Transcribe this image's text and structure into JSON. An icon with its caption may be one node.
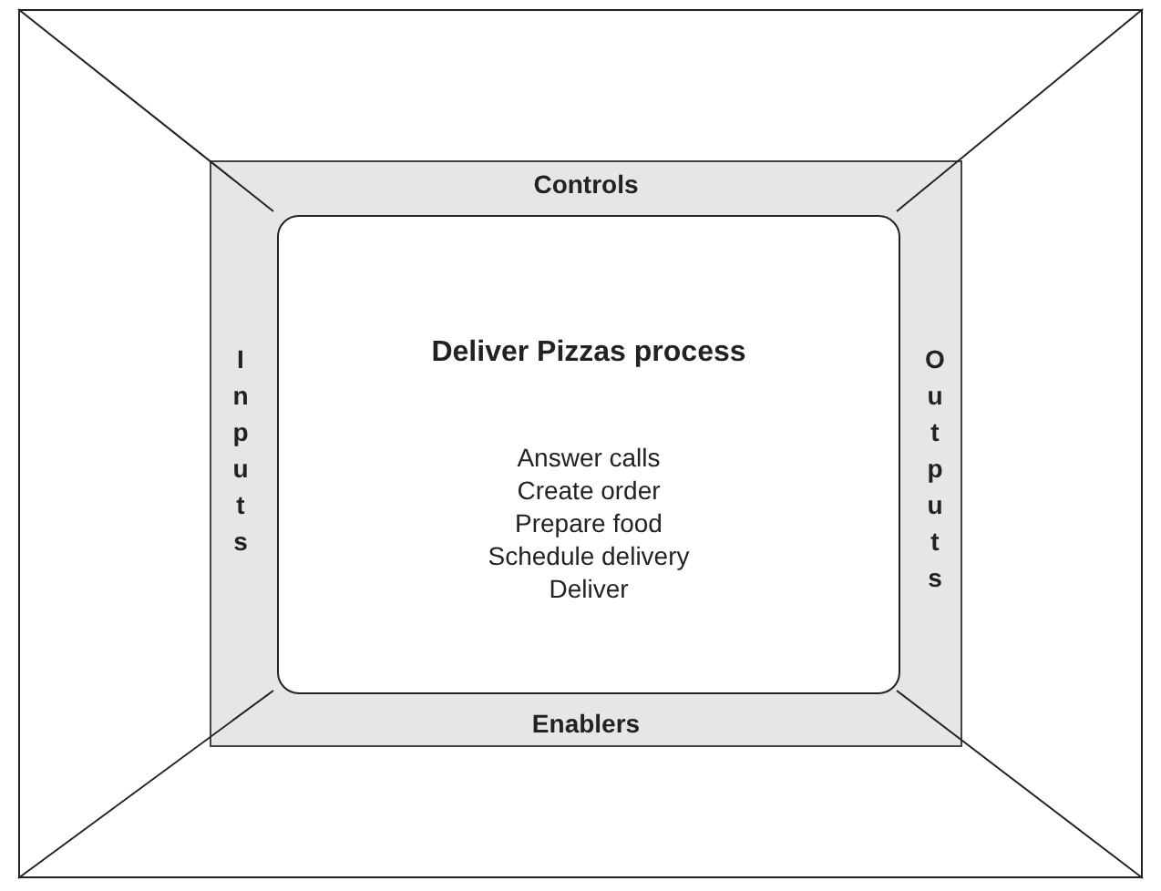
{
  "diagram": {
    "nodes": [
      {
        "text": [],
        "shape": "box"
      },
      {
        "text": [
          "Controls",
          "Inputs",
          "Outputs",
          "Enablers"
        ],
        "in": 0
      },
      {
        "text": [
          "Deliver Pizzas process",
          "Answer calls",
          "Create order",
          "Prepare food",
          "Schedule delivery",
          "Deliver"
        ],
        "in": 1
      }
    ]
  }
}
